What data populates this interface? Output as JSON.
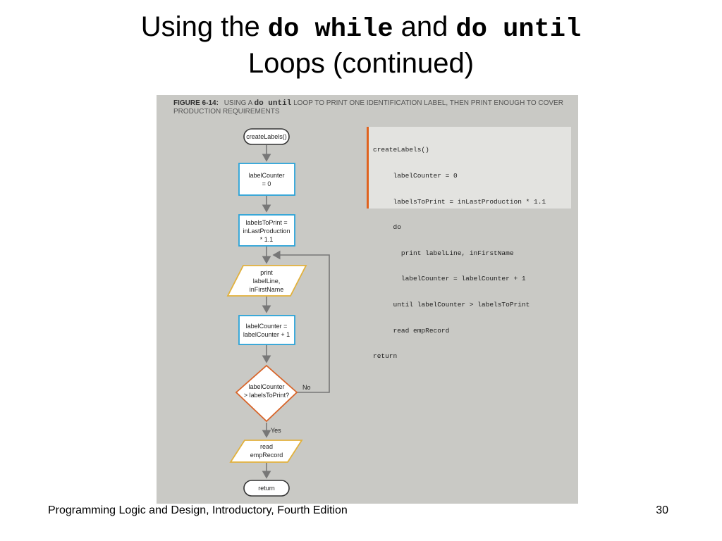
{
  "title": {
    "prefix": "Using the",
    "code1": "do while",
    "middle": "and",
    "code2": "do until",
    "line2": "Loops (continued)"
  },
  "figure": {
    "label": "FIGURE 6-14:",
    "caption_before": "USING A",
    "caption_code": "do until",
    "caption_after": "LOOP TO PRINT ONE IDENTIFICATION LABEL, THEN PRINT ENOUGH TO COVER PRODUCTION REQUIREMENTS"
  },
  "pseudocode": [
    "createLabels()",
    "     labelCounter = 0",
    "     labelsToPrint = inLastProduction * 1.1",
    "     do",
    "       print labelLine, inFirstName",
    "       labelCounter = labelCounter + 1",
    "     until labelCounter > labelsToPrint",
    "     read empRecord",
    "return"
  ],
  "flowchart": {
    "start": "createLabels()",
    "step1": [
      "labelCounter",
      "= 0"
    ],
    "step2": [
      "labelsToPrint =",
      "inLastProduction",
      "* 1.1"
    ],
    "output": [
      "print",
      "labelLine,",
      "inFirstName"
    ],
    "step3": [
      "labelCounter =",
      "labelCounter + 1"
    ],
    "decision": [
      "labelCounter",
      "> labelsToPrint?"
    ],
    "no_label": "No",
    "yes_label": "Yes",
    "input": [
      "read",
      "empRecord"
    ],
    "end": "return"
  },
  "colors": {
    "process_border": "#2ba3d8",
    "io_border": "#e2b13c",
    "decision_border": "#d8652a",
    "terminal_border": "#333333",
    "arrow": "#777777"
  },
  "footer": {
    "left": "Programming Logic and Design, Introductory, Fourth Edition",
    "page": "30"
  }
}
